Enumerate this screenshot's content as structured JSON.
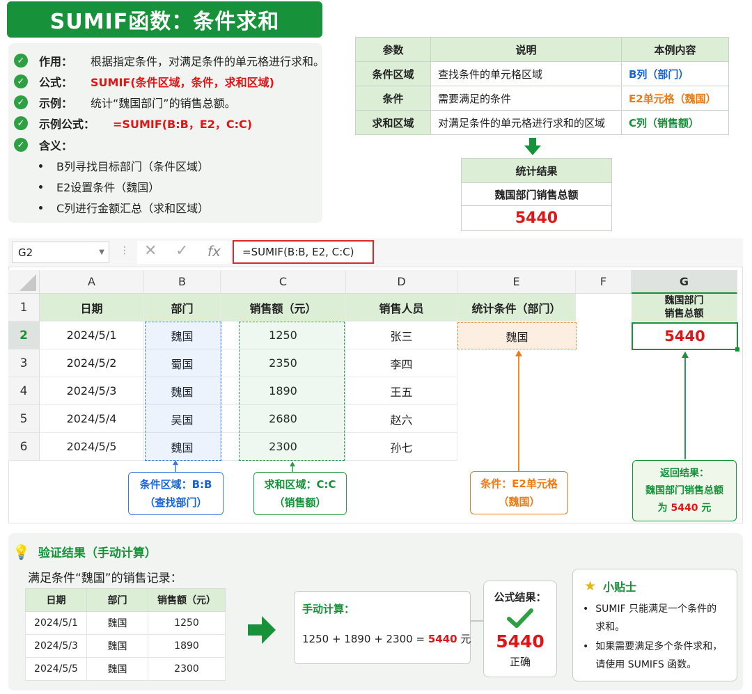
{
  "title": "SUMIF函数：条件求和",
  "info": {
    "rows": [
      {
        "label": "作用：",
        "text": "根据指定条件，对满足条件的单元格进行求和。"
      },
      {
        "label": "公式：",
        "text": "SUMIF(条件区域，条件，求和区域)"
      },
      {
        "label": "示例：",
        "text": "统计“魏国部门”的销售总额。"
      },
      {
        "label": "示例公式：",
        "text": "=SUMIF(B:B，E2，C:C)"
      },
      {
        "label": "含义：",
        "text": ""
      }
    ],
    "bullets": [
      "B列寻找目标部门（条件区域）",
      "E2设置条件（魏国）",
      "C列进行金额汇总（求和区域）"
    ]
  },
  "param_table": {
    "headers": [
      "参数",
      "说明",
      "本例内容"
    ],
    "rows": [
      {
        "param": "条件区域",
        "desc": "查找条件的单元格区域",
        "example": "B列（部门）"
      },
      {
        "param": "条件",
        "desc": "需要满足的条件",
        "example": "E2单元格（魏国）"
      },
      {
        "param": "求和区域",
        "desc": "对满足条件的单元格进行求和的区域",
        "example": "C列（销售额）"
      }
    ]
  },
  "stat_box": {
    "header": "统计结果",
    "subtitle": "魏国部门销售总额",
    "value": "5440"
  },
  "sheet": {
    "name_box": "G2",
    "formula": "=SUMIF(B:B, E2, C:C)",
    "fx": "fx",
    "columns": [
      "A",
      "B",
      "C",
      "D",
      "E",
      "F",
      "G"
    ],
    "row_numbers": [
      "1",
      "2",
      "3",
      "4",
      "5",
      "6"
    ],
    "headers": [
      "日期",
      "部门",
      "销售额（元）",
      "销售人员",
      "统计条件（部门）"
    ],
    "g1_line1": "魏国部门",
    "g1_line2": "销售总额",
    "rows": [
      {
        "date": "2024/5/1",
        "dept": "魏国",
        "sales": "1250",
        "person": "张三"
      },
      {
        "date": "2024/5/2",
        "dept": "蜀国",
        "sales": "2350",
        "person": "李四"
      },
      {
        "date": "2024/5/3",
        "dept": "魏国",
        "sales": "1890",
        "person": "王五"
      },
      {
        "date": "2024/5/4",
        "dept": "吴国",
        "sales": "2680",
        "person": "赵六"
      },
      {
        "date": "2024/5/5",
        "dept": "魏国",
        "sales": "2300",
        "person": "孙七"
      }
    ],
    "e2": "魏国",
    "g2": "5440"
  },
  "callouts": {
    "b": {
      "line1": "条件区域：B:B",
      "line2": "（查找部门）"
    },
    "c": {
      "line1": "求和区域：C:C",
      "line2": "（销售额）"
    },
    "e": {
      "line1": "条件：E2单元格",
      "line2": "（魏国）"
    },
    "g": {
      "line1": "返回结果：",
      "line2": "魏国部门销售总额",
      "line3_pre": "为",
      "line3_val": "5440",
      "line3_post": "元"
    }
  },
  "verify": {
    "title": "验证结果（手动计算）",
    "subtitle": "满足条件“魏国”的销售记录：",
    "headers": [
      "日期",
      "部门",
      "销售额（元）"
    ],
    "rows": [
      [
        "2024/5/1",
        "魏国",
        "1250"
      ],
      [
        "2024/5/3",
        "魏国",
        "1890"
      ],
      [
        "2024/5/5",
        "魏国",
        "2300"
      ]
    ],
    "manual_title": "手动计算：",
    "manual_expr": "1250 + 1890 + 2300 =",
    "manual_value": "5440",
    "manual_unit": "元",
    "result_title": "公式结果：",
    "result_value": "5440",
    "result_label": "正确"
  },
  "tips": {
    "title": "小贴士",
    "items": [
      "SUMIF 只能满足一个条件的求和。",
      "如果需要满足多个条件求和，请使用 SUMIFS 函数。"
    ]
  },
  "colors": {
    "green": "#17923a",
    "red": "#e01515",
    "blue": "#1565d8",
    "orange": "#f07a12"
  }
}
